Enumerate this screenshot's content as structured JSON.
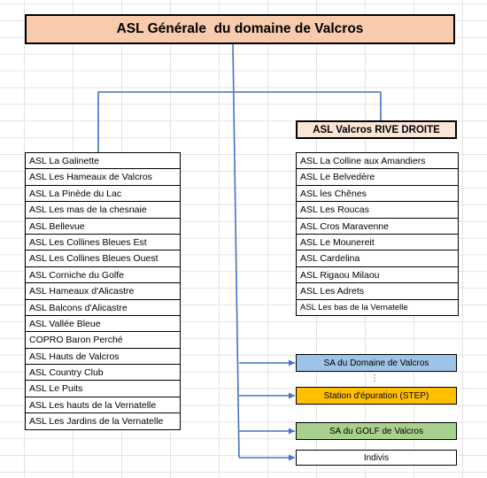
{
  "title": "ASL Générale  du domaine de Valcros",
  "rive_droite": {
    "header": "ASL Valcros RIVE DROITE",
    "items": [
      "ASL La Colline aux Amandiers",
      "ASL Le Belvedère",
      "ASL les Chênes",
      "ASL Les Roucas",
      "ASL Cros Maravenne",
      "ASL Le Moun­ereit",
      "ASL Cardelina",
      "ASL Rigaou Milaou",
      "ASL Les Adrets",
      "ASL Les bas de la Vernatelle"
    ]
  },
  "left_list": {
    "items": [
      "ASL La Galinette",
      "ASL Les Hameaux de Valcros",
      "ASL La Pinède du Lac",
      "ASL Les mas de la chesnaie",
      "ASL Bellevue",
      "ASL Les Collines Bleues Est",
      "ASL Les Collines Bleues Ouest",
      "ASL Corniche du Golfe",
      "ASL Hameaux d'Alicastre",
      "ASL Balcons d'Alicastre",
      "ASL Vallée Bleue",
      "COPRO Baron Perché",
      "ASL Hauts de Valcros",
      "ASL Country Club",
      "ASL Le Puits",
      "ASL Les hauts de la Vernatelle",
      "ASL Les Jardins de la Vernatelle"
    ]
  },
  "entities": {
    "sa_domaine": "SA du Domaine de Valcros",
    "dots": "⋮",
    "step": "Station d'épuration (STEP)",
    "sa_golf": "SA du GOLF de Valcros",
    "indivis": "Indivis"
  },
  "colors": {
    "title_bg": "#f8cbad",
    "header_bg": "#fbe5d6",
    "sa_domaine_bg": "#9dc3e6",
    "step_bg": "#ffc000",
    "sa_golf_bg": "#a9d18e",
    "connector": "#4472c4"
  }
}
